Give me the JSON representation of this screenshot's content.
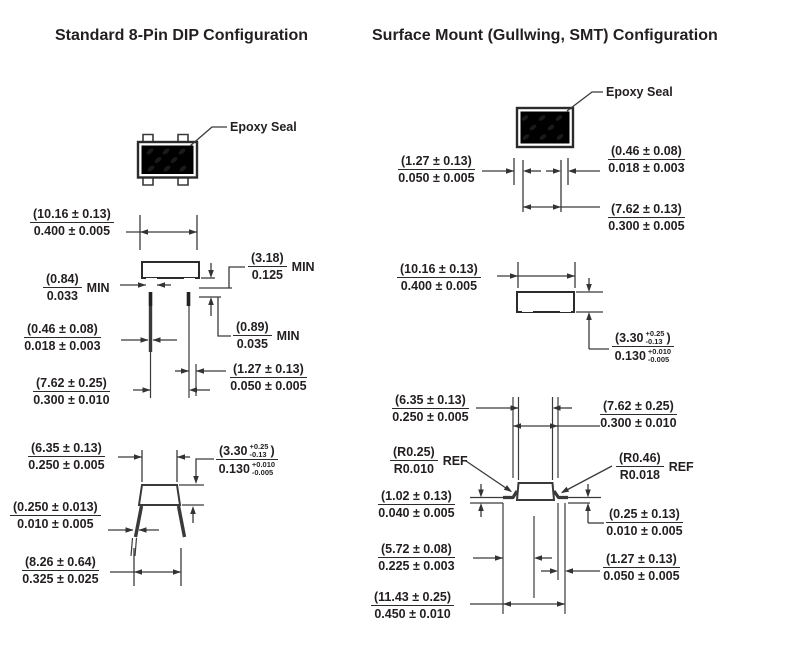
{
  "left": {
    "title": "Standard 8-Pin DIP Configuration",
    "epoxy_seal": "Epoxy Seal",
    "dims": {
      "width": {
        "mm": "(10.16 ± 0.13)",
        "in": "0.400 ± 0.005"
      },
      "shoulder": {
        "mm": "(0.84)",
        "in": "0.033",
        "suffix": "MIN"
      },
      "lead_length": {
        "mm": "(3.18)",
        "in": "0.125",
        "suffix": "MIN"
      },
      "shoulder_gap": {
        "mm": "(0.89)",
        "in": "0.035",
        "suffix": "MIN"
      },
      "lead_thickness": {
        "mm": "(0.46 ± 0.08)",
        "in": "0.018 ± 0.003"
      },
      "lead_width": {
        "mm": "(1.27 ± 0.13)",
        "in": "0.050 ± 0.005"
      },
      "row_spacing": {
        "mm": "(7.62 ± 0.25)",
        "in": "0.300 ± 0.010"
      },
      "body_depth": {
        "mm": "(6.35 ± 0.13)",
        "in": "0.250 ± 0.005"
      },
      "body_height": {
        "mm_main": "(3.30",
        "mm_plus": "+0.25",
        "mm_minus": "-0.13",
        "mm_close": ")",
        "in_main": "0.130",
        "in_plus": "+0.010",
        "in_minus": "-0.005"
      },
      "leg_thickness": {
        "mm": "(0.250 ± 0.013)",
        "in": "0.010 ± 0.005"
      },
      "lead_spread": {
        "mm": "(8.26 ± 0.64)",
        "in": "0.325 ± 0.025"
      }
    }
  },
  "right": {
    "title": "Surface Mount (Gullwing, SMT) Configuration",
    "epoxy_seal": "Epoxy Seal",
    "dims": {
      "pad_width": {
        "mm": "(1.27 ± 0.13)",
        "in": "0.050 ± 0.005"
      },
      "lead_thickness": {
        "mm": "(0.46 ± 0.08)",
        "in": "0.018 ± 0.003"
      },
      "pin_span": {
        "mm": "(7.62 ± 0.13)",
        "in": "0.300 ± 0.005"
      },
      "body_width": {
        "mm": "(10.16 ± 0.13)",
        "in": "0.400 ± 0.005"
      },
      "body_height": {
        "mm_main": "(3.30",
        "mm_plus": "+0.25",
        "mm_minus": "-0.13",
        "mm_close": ")",
        "in_main": "0.130",
        "in_plus": "+0.010",
        "in_minus": "-0.005"
      },
      "body_depth": {
        "mm": "(6.35 ± 0.13)",
        "in": "0.250 ± 0.005"
      },
      "lead_span": {
        "mm": "(7.62 ± 0.25)",
        "in": "0.300 ± 0.010"
      },
      "bend_radius_inner": {
        "mm": "(R0.25)",
        "in": "R0.010",
        "suffix": "REF"
      },
      "bend_radius_outer": {
        "mm": "(R0.46)",
        "in": "R0.018",
        "suffix": "REF"
      },
      "standoff": {
        "mm": "(1.02 ± 0.13)",
        "in": "0.040 ± 0.005"
      },
      "foot_thickness": {
        "mm": "(0.25 ± 0.13)",
        "in": "0.010 ± 0.005"
      },
      "seating_width": {
        "mm": "(5.72 ± 0.08)",
        "in": "0.225 ± 0.003"
      },
      "foot_width": {
        "mm": "(1.27 ± 0.13)",
        "in": "0.050 ± 0.005"
      },
      "overall_span": {
        "mm": "(11.43 ± 0.25)",
        "in": "0.450 ± 0.010"
      }
    }
  }
}
